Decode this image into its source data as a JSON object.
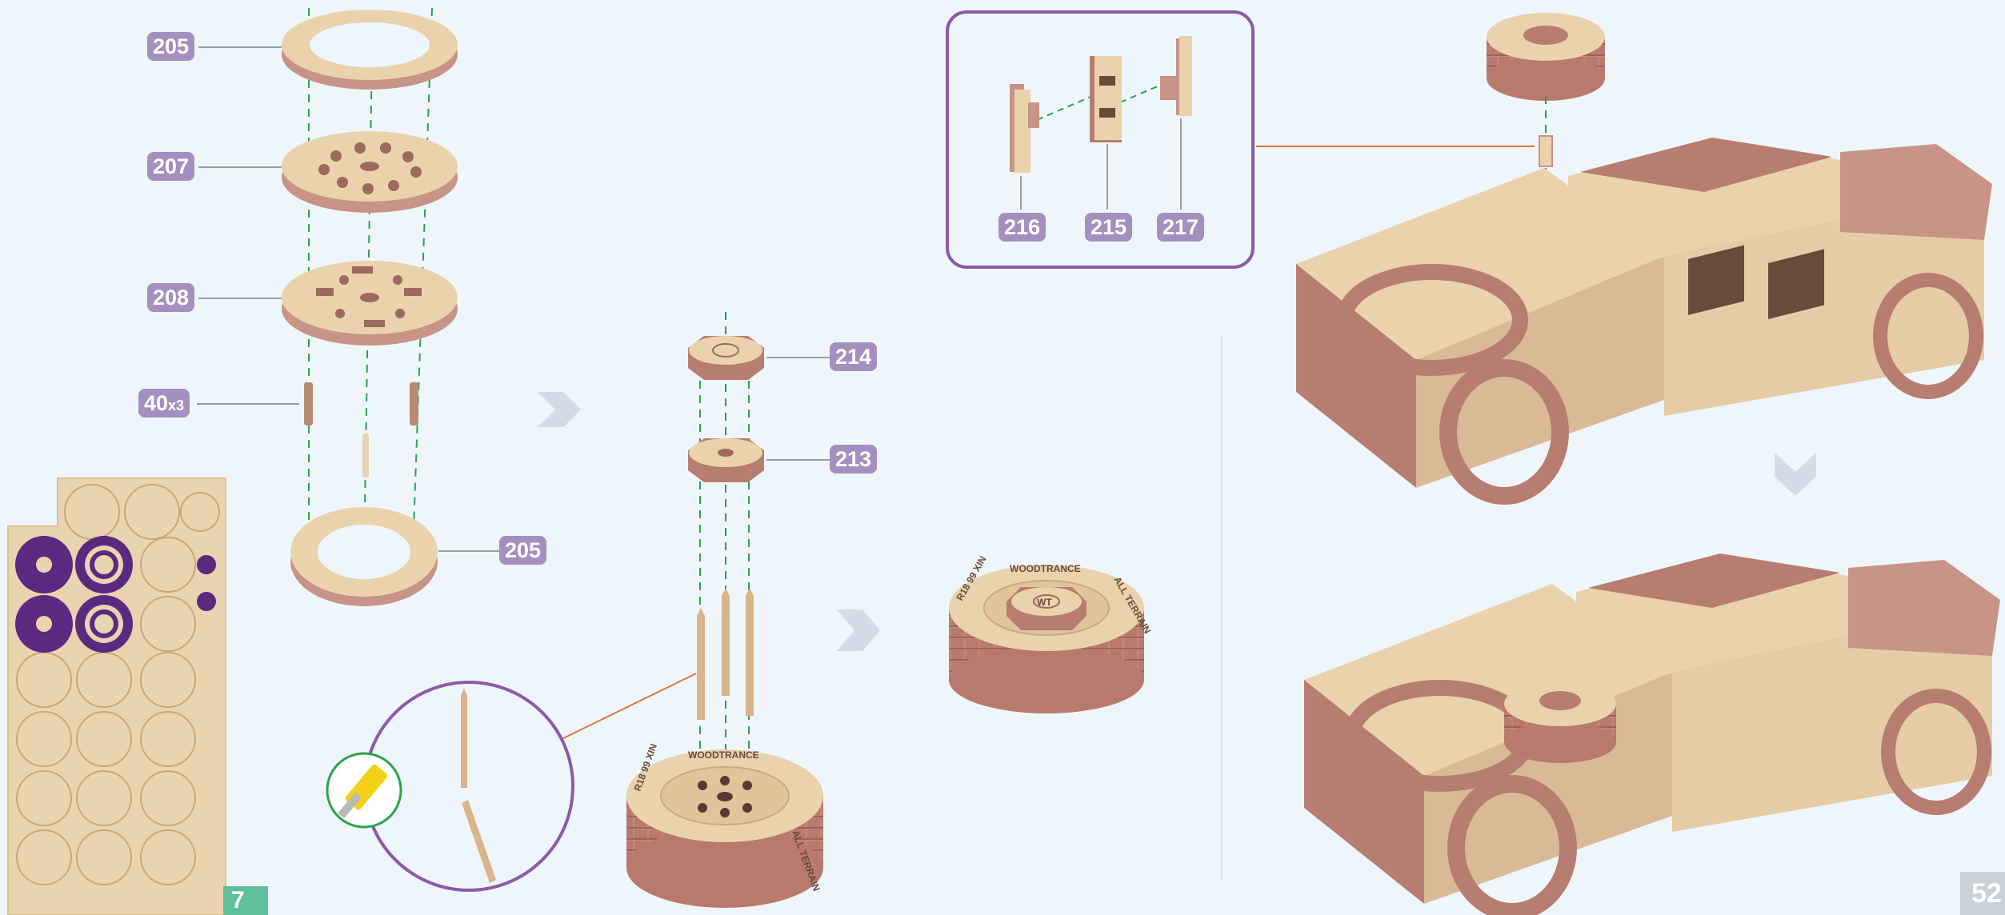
{
  "parts": {
    "p205_top": "205",
    "p207": "207",
    "p208": "208",
    "p40_qty": "40",
    "p40_mult": "x3",
    "p205_bottom": "205",
    "p214": "214",
    "p213": "213",
    "p216": "216",
    "p215": "215",
    "p217": "217"
  },
  "wheel_text": {
    "brand": "WOODTRANCE",
    "terrain": "ALL TERRAIN",
    "rating": "R18 99 XIN",
    "hub": "WT"
  },
  "sheet_number": "7",
  "page_number": "52",
  "colors": {
    "background": "#eef6fb",
    "label": "#a48fbe",
    "callout_border": "#8c5aa6",
    "wood_light": "#ead2ad",
    "wood_dark": "#b77d70",
    "guide_line": "#2ca24a",
    "pointer_line": "#e0763a",
    "selected_part": "#5b2a80"
  }
}
